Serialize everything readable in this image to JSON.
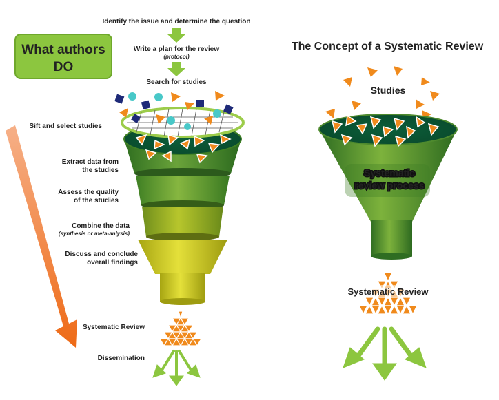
{
  "left_panel": {
    "badge_line1": "What authors",
    "badge_line2": "DO",
    "step_identify": "Identify the issue and determine the question",
    "step_plan": "Write a plan for the review",
    "step_plan_note": "(protocol)",
    "step_search": "Search for studies",
    "step_sift": "Sift and select studies",
    "step_extract_1": "Extract data from",
    "step_extract_2": "the studies",
    "step_assess_1": "Assess the quality",
    "step_assess_2": "of the studies",
    "step_combine": "Combine the data",
    "step_combine_note": "(synthesis or meta-anlysis)",
    "step_discuss_1": "Discuss and conclude",
    "step_discuss_2": "overall findings",
    "output_review": "Systematic Review",
    "output_dissemination": "Dissemination"
  },
  "right_panel": {
    "title": "The Concept of a Systematic Review",
    "studies": "Studies",
    "process_line1": "Systematic",
    "process_line2": "review process",
    "output_review": "Systematic Review"
  },
  "colors": {
    "badge_fill": "#8cc63f",
    "arrow_green": "#8cc63f",
    "funnel_dark": "#2e6e25",
    "funnel_mid": "#4e8a2e",
    "funnel_yellow": "#c8c81a",
    "orange": "#f08a1c",
    "navy": "#1e2a78",
    "teal": "#48c8c8"
  }
}
